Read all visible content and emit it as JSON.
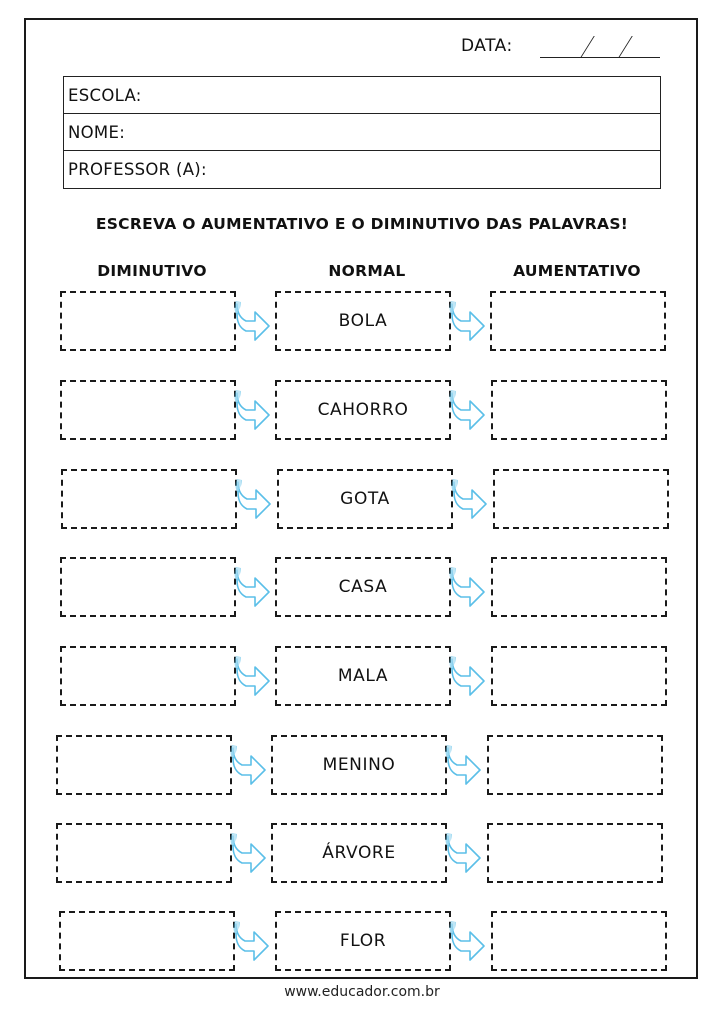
{
  "header": {
    "date_label": "DATA:"
  },
  "info_fields": [
    "ESCOLA:",
    "NOME:",
    "PROFESSOR (A):"
  ],
  "instruction": "ESCREVA O AUMENTATIVO E O DIMINUTIVO DAS PALAVRAS!",
  "columns": {
    "left": "DIMINUTIVO",
    "middle": "NORMAL",
    "right": "AUMENTATIVO"
  },
  "words": [
    "BOLA",
    "CAHORRO",
    "GOTA",
    "CASA",
    "MALA",
    "MENINO",
    "ÁRVORE",
    "FLOR"
  ],
  "arrow_color": "#5bbfe8",
  "footer": "www.educador.com.br"
}
